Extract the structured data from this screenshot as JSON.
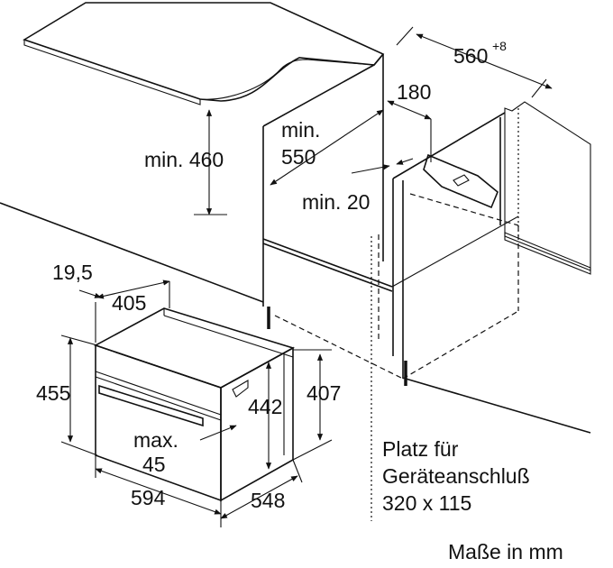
{
  "dimensions": {
    "niche_width": "560",
    "niche_width_tol": "+8",
    "depth_180": "180",
    "min_550_a": "min.",
    "min_550_b": "550",
    "min_460": "min. 460",
    "min_20": "min. 20",
    "d_19_5": "19,5",
    "d_405": "405",
    "d_455": "455",
    "d_442": "442",
    "d_407": "407",
    "max_45_a": "max.",
    "max_45_b": "45",
    "d_594": "594",
    "d_548": "548"
  },
  "notes": {
    "connection_line1": "Platz für",
    "connection_line2": "Geräteanschluß",
    "connection_line3": "320 x 115",
    "units": "Maße in mm"
  }
}
